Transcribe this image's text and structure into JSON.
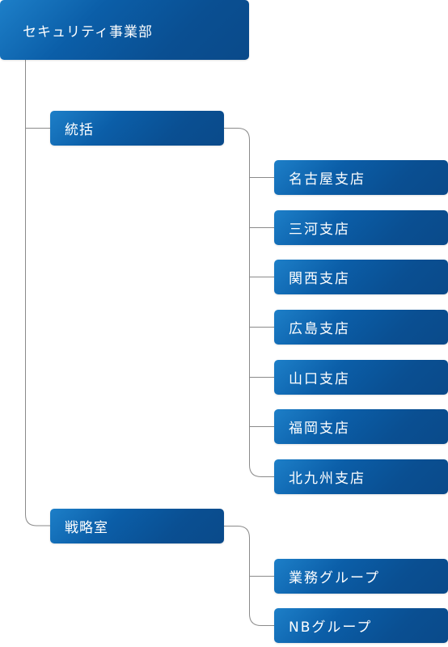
{
  "org_chart": {
    "root": {
      "label": "セキュリティ事業部"
    },
    "groups": [
      {
        "label": "統括",
        "children": [
          "名古屋支店",
          "三河支店",
          "関西支店",
          "広島支店",
          "山口支店",
          "福岡支店",
          "北九州支店"
        ]
      },
      {
        "label": "戦略室",
        "children": [
          "業務グループ",
          "NBグループ"
        ]
      }
    ],
    "colors": {
      "node_light": "#1d7fc8",
      "node_dark": "#0a4a8a",
      "connector": "#8a8a8a"
    }
  }
}
